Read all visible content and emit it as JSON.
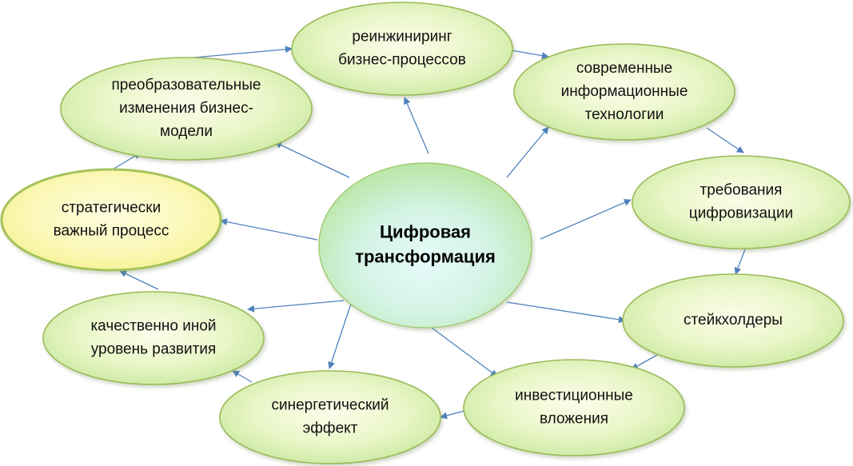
{
  "diagram": {
    "center": {
      "id": "center",
      "lines": [
        "Цифровая",
        "трансформация"
      ]
    },
    "nodes": [
      {
        "id": "reengineering",
        "lines": [
          "реинжиниринг",
          "бизнес-процессов"
        ]
      },
      {
        "id": "modern-it",
        "lines": [
          "современные",
          "информационные",
          "технологии"
        ]
      },
      {
        "id": "digitalization-requirements",
        "lines": [
          "требования",
          "цифровизации"
        ]
      },
      {
        "id": "stakeholders",
        "lines": [
          "стейкхолдеры"
        ]
      },
      {
        "id": "investments",
        "lines": [
          "инвестиционные",
          "вложения"
        ]
      },
      {
        "id": "synergy-effect",
        "lines": [
          "синергетический",
          "эффект"
        ]
      },
      {
        "id": "new-development-level",
        "lines": [
          "качественно иной",
          "уровень развития"
        ]
      },
      {
        "id": "strategic-process",
        "lines": [
          "стратегически",
          "важный процесс"
        ]
      },
      {
        "id": "business-model-changes",
        "lines": [
          "преобразовательные",
          "изменения бизнес-",
          "модели"
        ]
      }
    ],
    "edges": [
      {
        "from": "center",
        "to": "reengineering"
      },
      {
        "from": "center",
        "to": "modern-it"
      },
      {
        "from": "center",
        "to": "digitalization-requirements"
      },
      {
        "from": "center",
        "to": "stakeholders"
      },
      {
        "from": "center",
        "to": "investments"
      },
      {
        "from": "center",
        "to": "synergy-effect"
      },
      {
        "from": "center",
        "to": "new-development-level"
      },
      {
        "from": "center",
        "to": "strategic-process"
      },
      {
        "from": "center",
        "to": "business-model-changes"
      },
      {
        "from": "business-model-changes",
        "to": "reengineering"
      },
      {
        "from": "reengineering",
        "to": "modern-it"
      },
      {
        "from": "modern-it",
        "to": "digitalization-requirements"
      },
      {
        "from": "digitalization-requirements",
        "to": "stakeholders"
      },
      {
        "from": "stakeholders",
        "to": "investments"
      },
      {
        "from": "investments",
        "to": "synergy-effect"
      },
      {
        "from": "synergy-effect",
        "to": "new-development-level"
      },
      {
        "from": "new-development-level",
        "to": "strategic-process"
      },
      {
        "from": "strategic-process",
        "to": "business-model-changes"
      }
    ],
    "colors": {
      "edge": "#4f81bd",
      "node_fill_light": "#fbfdea",
      "node_fill_dark": "#c6e79c",
      "node_stroke": "#9bbb59",
      "highlight_fill_light": "#fffde0",
      "highlight_fill_dark": "#f4f18e",
      "center_fill_light": "#e6fbf9",
      "center_fill_dark": "#b9e6a4"
    },
    "highlighted_node": "strategic-process"
  }
}
